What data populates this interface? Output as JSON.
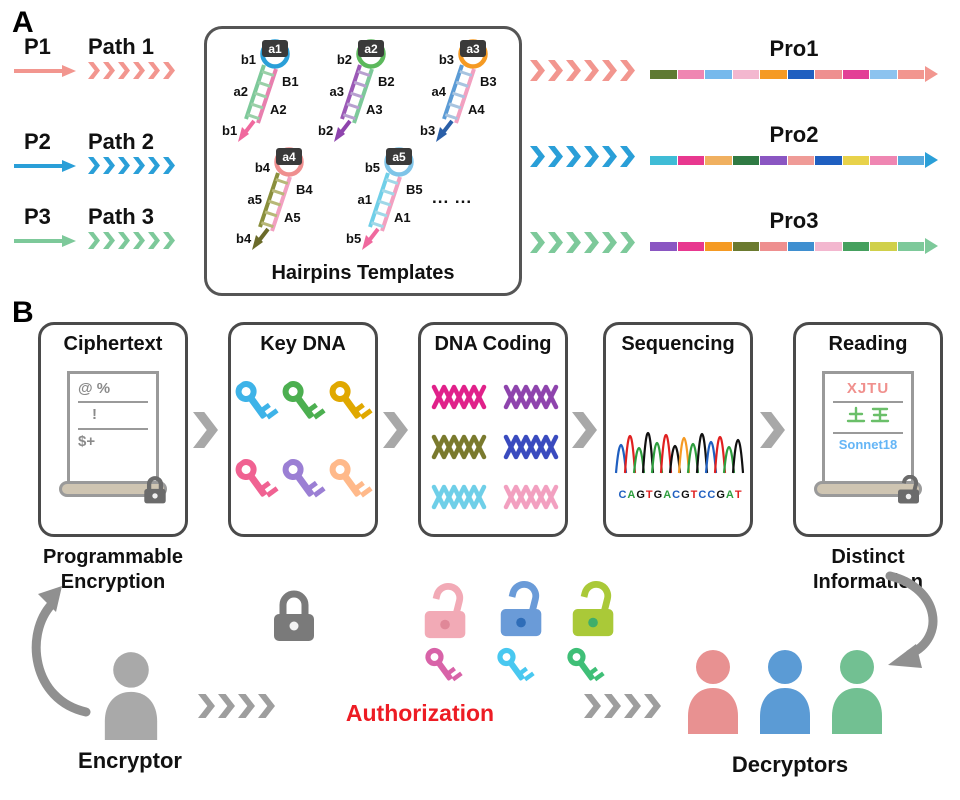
{
  "panelA": {
    "label": "A",
    "paths": [
      {
        "p": "P1",
        "path": "Path 1",
        "color": "#f2968f"
      },
      {
        "p": "P2",
        "path": "Path 2",
        "color": "#2a9fd8"
      },
      {
        "p": "P3",
        "path": "Path 3",
        "color": "#7dc99a"
      }
    ],
    "hairpins_title": "Hairpins Templates",
    "ellipsis": "... ...",
    "hairpins": [
      {
        "loop": "a1",
        "ring": "#2a9fd8",
        "strand1": "#7dc99a",
        "strand2": "#e87fae",
        "rung": "#9ad0a8",
        "l1": "b1",
        "r1": "B1",
        "l2": "a2",
        "r2": "A2",
        "tail": "b1",
        "tail_color": "#f0699e"
      },
      {
        "loop": "a2",
        "ring": "#5cb85c",
        "strand1": "#9b59b6",
        "strand2": "#7dc99a",
        "rung": "#b8a0d0",
        "l1": "b2",
        "r1": "B2",
        "l2": "a3",
        "r2": "A3",
        "tail": "b2",
        "tail_color": "#8e44ad"
      },
      {
        "loop": "a3",
        "ring": "#f59a23",
        "strand1": "#5b9bd5",
        "strand2": "#f2a0c0",
        "rung": "#a8c4e0",
        "l1": "b3",
        "r1": "B3",
        "l2": "a4",
        "r2": "A4",
        "tail": "b3",
        "tail_color": "#2a5fa8"
      },
      {
        "loop": "a4",
        "ring": "#ef8f8f",
        "strand1": "#8a8f3c",
        "strand2": "#f2a0c0",
        "rung": "#b8b878",
        "l1": "b4",
        "r1": "B4",
        "l2": "a5",
        "r2": "A5",
        "tail": "b4",
        "tail_color": "#6b6b2a"
      },
      {
        "loop": "a5",
        "ring": "#7fc4e8",
        "strand1": "#6fcfe8",
        "strand2": "#f2a0c0",
        "rung": "#a0d8e8",
        "l1": "b5",
        "r1": "B5",
        "l2": "a1",
        "r2": "A1",
        "tail": "b5",
        "tail_color": "#f0699e"
      }
    ],
    "pros": [
      {
        "label": "Pro1",
        "color": "#f2968f",
        "segments": [
          "#5f7a32",
          "#ef86b2",
          "#76b9ec",
          "#f3b7cf",
          "#f59a23",
          "#1f5fc0",
          "#ee8f8f",
          "#e33f96",
          "#8cc3ef",
          "#f2968f"
        ]
      },
      {
        "label": "Pro2",
        "color": "#2a9fd8",
        "segments": [
          "#3fbcd6",
          "#e8388f",
          "#f0b060",
          "#2f7a43",
          "#8a56c2",
          "#ef9b97",
          "#1f5fc0",
          "#e8d24a",
          "#ef86b2",
          "#58aadd"
        ]
      },
      {
        "label": "Pro3",
        "color": "#7dc99a",
        "segments": [
          "#8a56c2",
          "#e8388f",
          "#f59a23",
          "#6b7a2f",
          "#ee8f8f",
          "#3f8fd0",
          "#f3b7cf",
          "#45a05e",
          "#d0d04a",
          "#7dc99a"
        ]
      }
    ]
  },
  "panelB": {
    "label": "B",
    "boxes": {
      "ciphertext": {
        "title": "Ciphertext",
        "lines": [
          "@ %",
          "!",
          "$+"
        ]
      },
      "key_dna": {
        "title": "Key DNA",
        "key_colors": [
          "#3eb3e8",
          "#4caf50",
          "#e0a800",
          "#f06292",
          "#9b7fd4",
          "#ffb98a"
        ]
      },
      "dna_coding": {
        "title": "DNA Coding",
        "helix_colors": [
          "#e0218a",
          "#8e44ad",
          "#7a7a2e",
          "#3a4bbf",
          "#6fcfe8",
          "#f2a0c0"
        ]
      },
      "sequencing": {
        "title": "Sequencing",
        "sequence": "CAGTGACGTCCGAT",
        "base_colors": {
          "A": "#2e9e3e",
          "C": "#1f5fc0",
          "G": "#111111",
          "T": "#e02020"
        }
      },
      "reading": {
        "title": "Reading",
        "line1": "XJTU",
        "line1_color": "#f0908d",
        "hanzi": "土王",
        "hanzi_color": "#6abf69",
        "line3": "Sonnet18",
        "line3_color": "#64b5f6"
      }
    },
    "captions": {
      "left1": "Programmable",
      "left2": "Encryption",
      "right1": "Distinct",
      "right2": "Information"
    },
    "bottom": {
      "encryptor": "Encryptor",
      "decryptors": "Decryptors",
      "authorization": "Authorization",
      "authorization_color": "#ed1c24",
      "encryptor_color": "#a9a9a9",
      "decryptor_colors": [
        "#e89191",
        "#5b9bd5",
        "#72c092"
      ],
      "closed_lock_color": "#7a7a7a",
      "open_locks": [
        {
          "body": "#f2aab6",
          "keyhole": "#e08898"
        },
        {
          "body": "#6a9bd8",
          "keyhole": "#2f6db8"
        },
        {
          "body": "#aac938",
          "keyhole": "#3fae6a"
        }
      ],
      "key_colors": [
        "#d863a8",
        "#49c8f0",
        "#3fbf77"
      ],
      "arrow_color": "#909090",
      "chevron_color": "#9e9e9e",
      "mini_lock_color": "#6b6b6b"
    }
  }
}
